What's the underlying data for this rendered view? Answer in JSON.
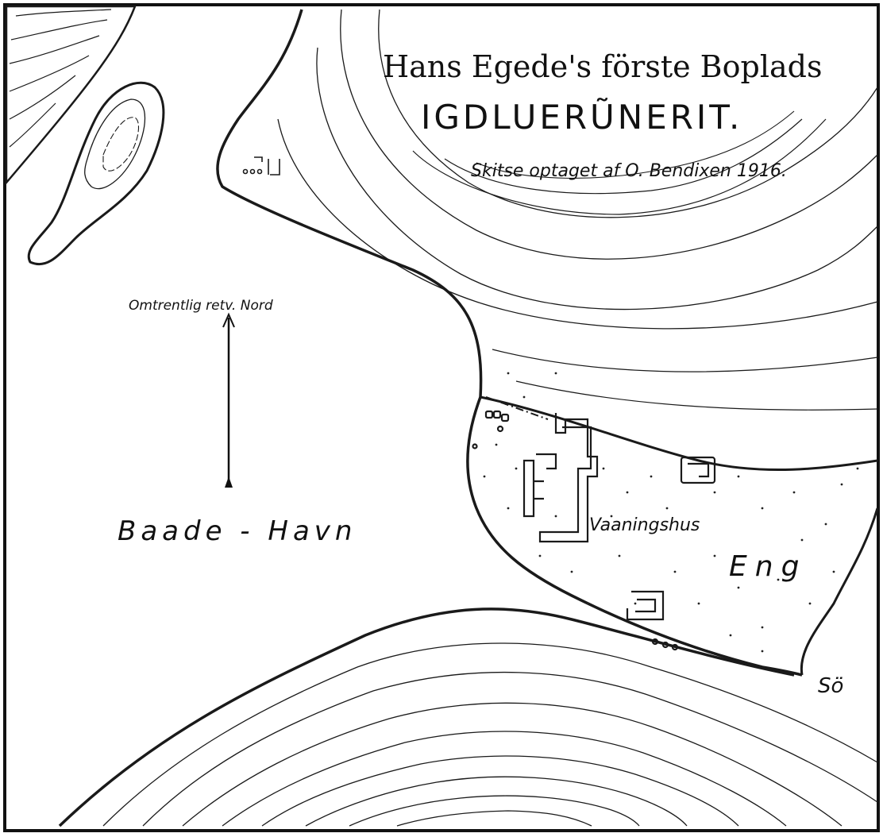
{
  "map": {
    "title": "Hans Egede's förste Boplads",
    "subtitle": "IGDLUERŨNERIT.",
    "credit": "Skitse optaget af  O. Bendixen 1916.",
    "north_label": "Omtrentlig retv. Nord",
    "labels": {
      "harbour": "Baade - Havn",
      "house": "Vaaningshus",
      "meadow": "Eng",
      "lake": "Sö"
    }
  }
}
